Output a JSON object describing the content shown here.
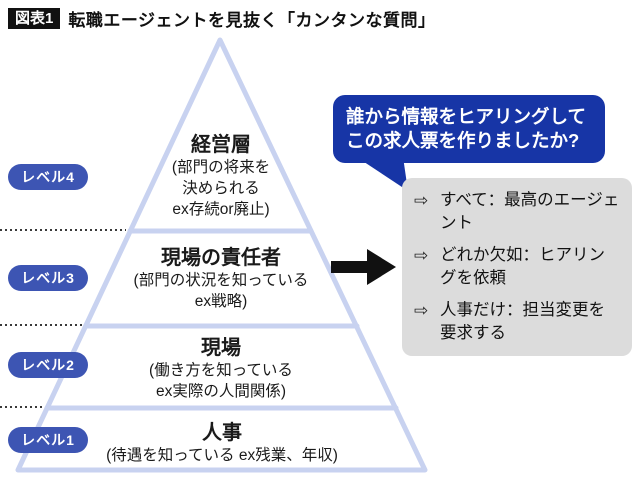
{
  "header": {
    "tag": "図表1",
    "title": "転職エージェントを見抜く「カンタンな質問」"
  },
  "pyramid": {
    "levels": [
      {
        "badge": "レベル4",
        "title": "経営層",
        "desc": "(部門の将来を\n決められる\nex存続or廃止)"
      },
      {
        "badge": "レベル3",
        "title": "現場の責任者",
        "desc": "(部門の状況を知っている\nex戦略)"
      },
      {
        "badge": "レベル2",
        "title": "現場",
        "desc": "(働き方を知っている\nex実際の人間関係)"
      },
      {
        "badge": "レベル1",
        "title": "人事",
        "desc": "(待遇を知っている ex残業、年収)"
      }
    ]
  },
  "question_bubble": {
    "text": "誰から情報をヒアリングして\nこの求人票を作りましたか?"
  },
  "answers": {
    "items": [
      {
        "marker": "⇨",
        "text": "すべて：最高のエージェント"
      },
      {
        "marker": "⇨",
        "text": "どれか欠如：ヒアリングを依頼"
      },
      {
        "marker": "⇨",
        "text": "人事だけ：担当変更を要求する"
      }
    ]
  },
  "colors": {
    "bubble_blue": "#1735a6",
    "pill_blue": "#3d55b3",
    "pyramid_outline": "#c8d2f0",
    "answers_gray": "#dcdcdc",
    "tag_black": "#111111"
  }
}
